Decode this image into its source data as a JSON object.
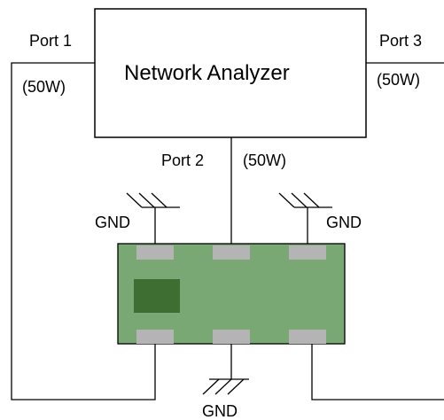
{
  "analyzer": {
    "title": "Network Analyzer"
  },
  "ports": [
    {
      "label": "Port 1",
      "impedance": "(50W)"
    },
    {
      "label": "Port 2",
      "impedance": "(50W)"
    },
    {
      "label": "Port 3",
      "impedance": "(50W)"
    }
  ],
  "grounds": [
    "GND",
    "GND",
    "GND"
  ],
  "colors": {
    "board": "#7aa874",
    "chip": "#3e6e32",
    "pad": "#b4b4b4",
    "wire": "#000000"
  }
}
